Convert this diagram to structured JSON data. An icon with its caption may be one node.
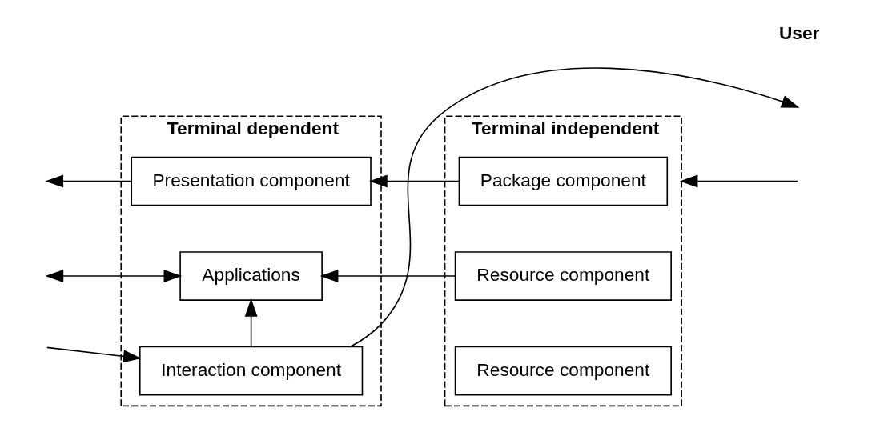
{
  "diagram": {
    "nodes": [
      {
        "text": [
          "Terminal dependent"
        ]
      },
      {
        "text": [
          "Presentation component"
        ],
        "in": 0
      },
      {
        "text": [
          "Applications"
        ],
        "in": 0
      },
      {
        "text": [
          "Interaction component"
        ],
        "in": 0
      },
      {
        "text": [
          "Terminal independent"
        ]
      },
      {
        "text": [
          "Package component"
        ],
        "in": 4
      },
      {
        "text": [
          "Resource component"
        ],
        "in": 4
      },
      {
        "text": [
          "Resource component"
        ],
        "in": 4
      }
    ],
    "edges": [
      {
        "from": 1,
        "to": null,
        "arrow": "to"
      },
      {
        "from": 2,
        "to": null,
        "arrow": "both"
      },
      {
        "from": 5,
        "to": 1,
        "arrow": "to"
      },
      {
        "from": 6,
        "to": 2,
        "arrow": "to"
      },
      {
        "from": 3,
        "to": 2,
        "arrow": "to"
      },
      {
        "from": 3,
        "to": null,
        "arrow": "to"
      },
      {
        "from": null,
        "to": 3,
        "arrow": "to"
      },
      {
        "from": null,
        "to": 4,
        "arrow": "to"
      }
    ],
    "labels": [
      "User"
    ]
  }
}
